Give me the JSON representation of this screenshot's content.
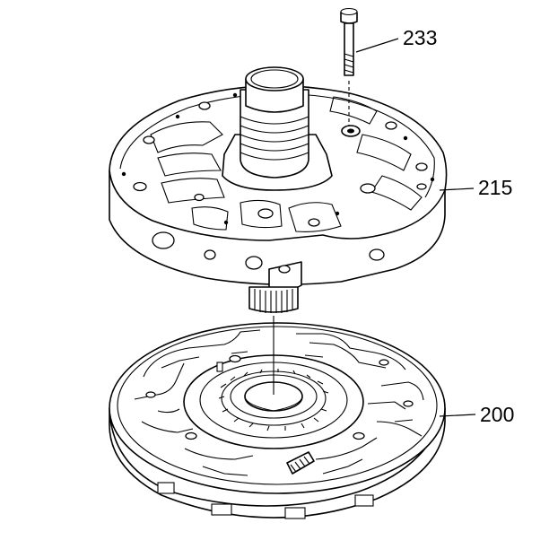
{
  "callouts": [
    {
      "id": "bolt",
      "label": "233"
    },
    {
      "id": "pump-cover",
      "label": "215"
    },
    {
      "id": "pump-body",
      "label": "200"
    }
  ]
}
